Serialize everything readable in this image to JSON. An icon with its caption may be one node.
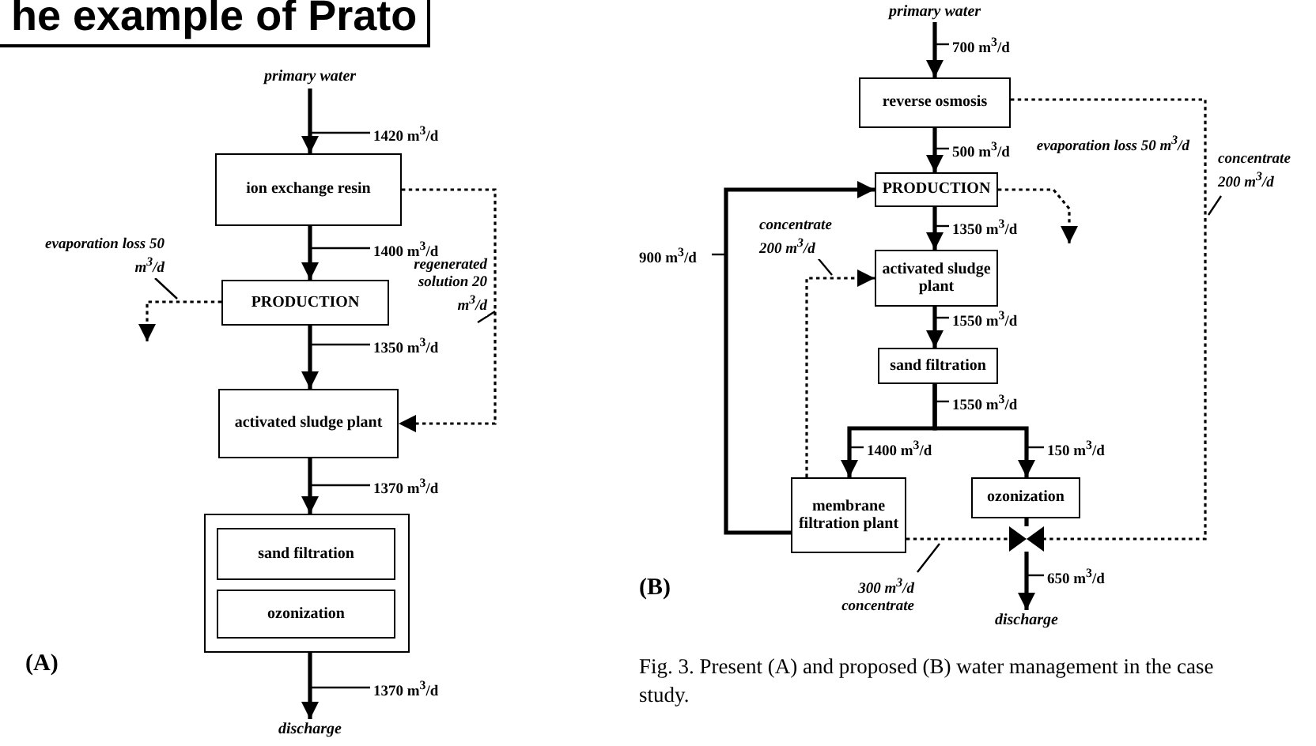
{
  "diagram": {
    "title": "he example of Prato",
    "caption": "Fig. 3. Present (A) and proposed (B) water management in the case study.",
    "nodes": [
      {
        "text": [
          "primary water"
        ]
      },
      {
        "text": [
          "ion exchange resin"
        ]
      },
      {
        "text": [
          "PRODUCTION"
        ]
      },
      {
        "text": [
          "activated sludge plant"
        ]
      },
      {
        "text": [],
        "shape": "box"
      },
      {
        "text": [
          "sand filtration"
        ],
        "in": 4
      },
      {
        "text": [
          "ozonization"
        ],
        "in": 4
      },
      {
        "text": [
          "discharge"
        ]
      },
      {
        "text": [
          "primary water"
        ]
      },
      {
        "text": [
          "reverse osmosis"
        ]
      },
      {
        "text": [
          "PRODUCTION"
        ]
      },
      {
        "text": [
          "activated sludge plant"
        ]
      },
      {
        "text": [
          "sand filtration"
        ]
      },
      {
        "text": [
          "membrane filtration plant"
        ]
      },
      {
        "text": [
          "ozonization"
        ]
      },
      {
        "text": [
          "discharge"
        ]
      },
      {
        "text": [],
        "shape": "valve"
      }
    ],
    "edges": [
      {
        "from": 0,
        "to": 1,
        "arrow": "to",
        "label": "1420 m$^{3}$/d"
      },
      {
        "from": 1,
        "to": 2,
        "arrow": "to",
        "label": "1400 m$^{3}$/d"
      },
      {
        "from": 2,
        "to": 3,
        "arrow": "to",
        "label": "1350 m$^{3}$/d"
      },
      {
        "from": 3,
        "to": 4,
        "arrow": "to",
        "label": "1370 m$^{3}$/d"
      },
      {
        "from": 4,
        "to": 7,
        "arrow": "to",
        "label": "1370 m$^{3}$/d"
      },
      {
        "from": 1,
        "to": 3,
        "arrow": "to",
        "style": "dashed",
        "label": "regenerated solution 20 m$^{3}$/d"
      },
      {
        "from": 2,
        "to": null,
        "arrow": "to",
        "style": "dashed",
        "label": "evaporation loss 50 m$^{3}$/d"
      },
      {
        "from": 8,
        "to": 9,
        "arrow": "to",
        "label": "700 m$^{3}$/d"
      },
      {
        "from": 9,
        "to": 10,
        "arrow": "to",
        "label": "500 m$^{3}$/d"
      },
      {
        "from": 10,
        "to": 11,
        "arrow": "to",
        "label": "1350 m$^{3}$/d"
      },
      {
        "from": 11,
        "to": 12,
        "arrow": "to",
        "label": "1550 m$^{3}$/d"
      },
      {
        "from": 12,
        "to": 13,
        "arrow": "to",
        "label": "1400 m$^{3}$/d"
      },
      {
        "from": 12,
        "to": 14,
        "arrow": "to",
        "label": "150 m$^{3}$/d"
      },
      {
        "from": 13,
        "to": 10,
        "arrow": "to",
        "label": "900 m$^{3}$/d"
      },
      {
        "from": 13,
        "to": 11,
        "arrow": "to",
        "style": "dashed",
        "label": "concentrate 200 m$^{3}$/d"
      },
      {
        "from": 13,
        "to": 16,
        "arrow": "none",
        "style": "dashed",
        "label": "300 m$^{3}$/d concentrate"
      },
      {
        "from": 9,
        "to": 16,
        "arrow": "none",
        "style": "dashed",
        "label": "concentrate 200 m$^{3}$/d"
      },
      {
        "from": 14,
        "to": 16,
        "arrow": "none"
      },
      {
        "from": 16,
        "to": 15,
        "arrow": "to",
        "label": "650 m$^{3}$/d"
      },
      {
        "from": 10,
        "to": null,
        "arrow": "to",
        "style": "dashed",
        "label": "evaporation loss 50 m$^{3}$/d"
      }
    ],
    "labels": [
      "(A)",
      "1550 m$^{3}$/d",
      "(B)"
    ]
  }
}
